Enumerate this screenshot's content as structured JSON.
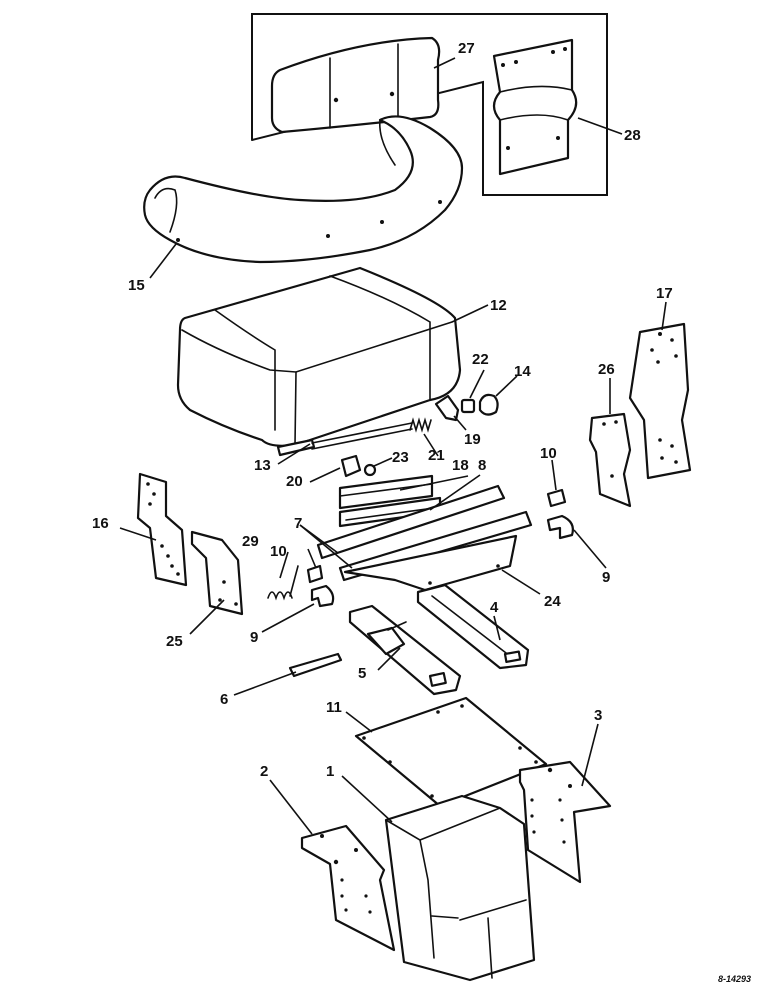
{
  "labels": {
    "l1": "1",
    "l2": "2",
    "l3": "3",
    "l4": "4",
    "l5": "5",
    "l6": "6",
    "l7": "7",
    "l8": "8",
    "l9a": "9",
    "l9b": "9",
    "l10a": "10",
    "l10b": "10",
    "l11": "11",
    "l12": "12",
    "l13": "13",
    "l14": "14",
    "l15": "15",
    "l16": "16",
    "l17": "17",
    "l18": "18",
    "l19": "19",
    "l20": "20",
    "l21": "21",
    "l22": "22",
    "l23": "23",
    "l24": "24",
    "l25": "25",
    "l26": "26",
    "l27": "27",
    "l28": "28",
    "l29": "29"
  },
  "drawing_code": "8-14293"
}
